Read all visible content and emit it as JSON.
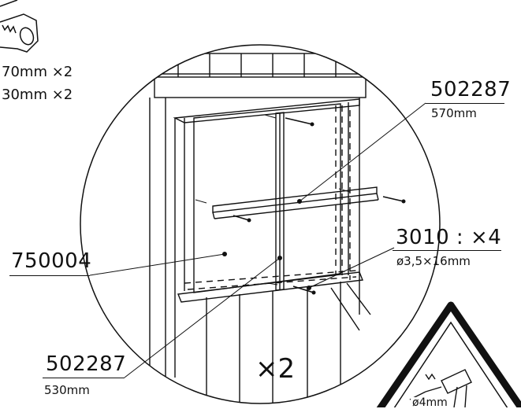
{
  "cut_list": {
    "line1": "70mm  ×2",
    "line2": "30mm  ×2"
  },
  "callouts": {
    "top_right_part": "502287",
    "top_right_length": "570mm",
    "screw_part": "3010 : ×4",
    "screw_size": "ø3,5×16mm",
    "panel_part": "750004",
    "bottom_part": "502287",
    "bottom_length": "530mm"
  },
  "multiplier": "×2",
  "drill_note": "ø4mm"
}
